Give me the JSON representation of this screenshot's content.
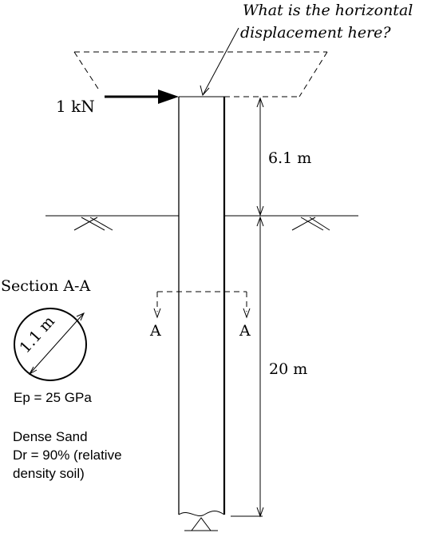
{
  "question": {
    "line1": "What is the horizontal",
    "line2": "displacement here?"
  },
  "load": {
    "label": "1 kN"
  },
  "dimensions": {
    "upper": "6.1 m",
    "lower": "20 m"
  },
  "section": {
    "title": "Section A-A",
    "diameter": "1.1 m",
    "marker_left": "A",
    "marker_right": "A"
  },
  "properties": {
    "modulus": "Ep = 25 GPa",
    "soil_line1": "Dense Sand",
    "soil_line2": "Dr = 90% (relative",
    "soil_line3": "density soil)"
  }
}
